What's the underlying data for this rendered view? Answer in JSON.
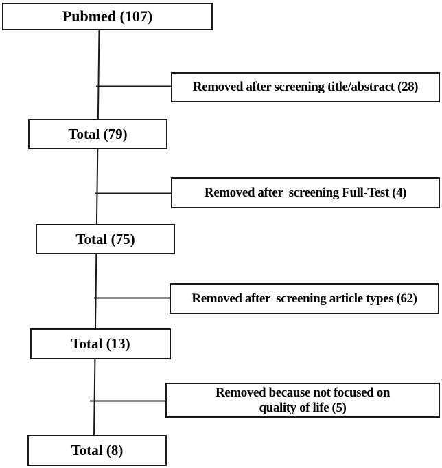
{
  "diagram": {
    "type": "flowchart",
    "nodes": [
      {
        "id": "pubmed",
        "label": "Pubmed (107)"
      },
      {
        "id": "removed-title-abstract",
        "label": "Removed after screening title/abstract (28)"
      },
      {
        "id": "total-79",
        "label": "Total (79)"
      },
      {
        "id": "removed-full-test",
        "label": "Removed after  screening Full-Test (4)"
      },
      {
        "id": "total-75",
        "label": "Total (75)"
      },
      {
        "id": "removed-article-types",
        "label": "Removed after  screening article types (62)"
      },
      {
        "id": "total-13",
        "label": "Total (13)"
      },
      {
        "id": "removed-quality-of-life",
        "label": "Removed because not focused on\nquality of life (5)"
      },
      {
        "id": "total-8",
        "label": "Total (8)"
      }
    ],
    "colors": {
      "line": "#1a1a1a",
      "background": "#ffffff",
      "text": "#000000"
    }
  }
}
